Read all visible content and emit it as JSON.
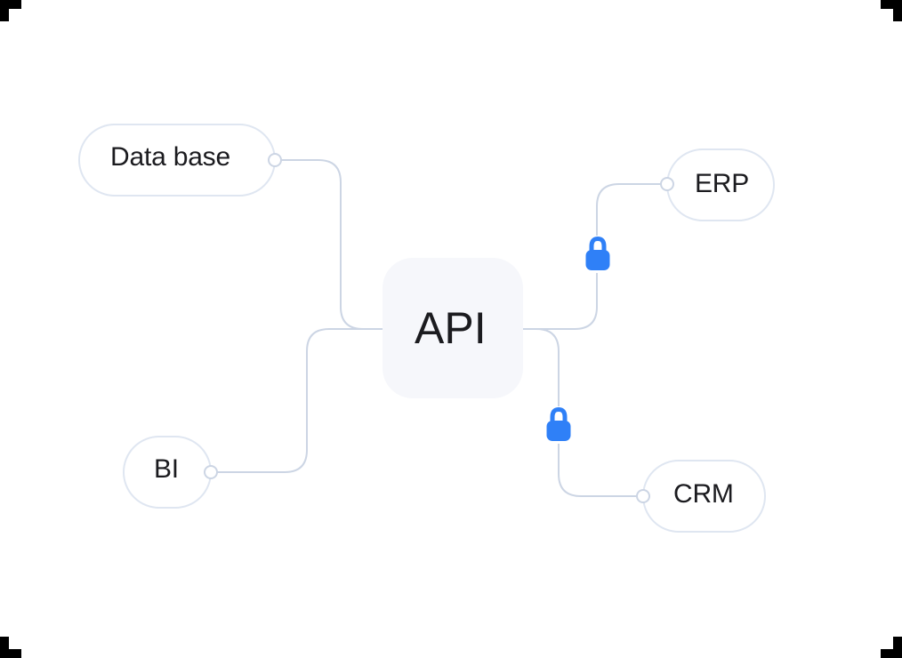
{
  "diagram": {
    "title": "API integration topology",
    "type": "node-link",
    "center_node": {
      "id": "api",
      "label": "API",
      "shape": "rounded-square",
      "fill": "#f6f7fb"
    },
    "nodes": [
      {
        "id": "database",
        "label": "Data base",
        "shape": "pill",
        "side": "left",
        "connector": "right"
      },
      {
        "id": "erp",
        "label": "ERP",
        "shape": "pill",
        "side": "right",
        "connector": "left"
      },
      {
        "id": "bi",
        "label": "BI",
        "shape": "pill",
        "side": "left",
        "connector": "right"
      },
      {
        "id": "crm",
        "label": "CRM",
        "shape": "pill",
        "side": "right",
        "connector": "left"
      }
    ],
    "edges": [
      {
        "id": "edge-database-api",
        "from": "database",
        "to": "api",
        "secured": false
      },
      {
        "id": "edge-bi-api",
        "from": "bi",
        "to": "api",
        "secured": false
      },
      {
        "id": "edge-api-erp",
        "from": "api",
        "to": "erp",
        "secured": true
      },
      {
        "id": "edge-api-crm",
        "from": "api",
        "to": "crm",
        "secured": true
      }
    ],
    "badges": [
      {
        "id": "lock-erp",
        "icon": "lock-icon",
        "on_edge": "edge-api-erp",
        "label": "Secured connection"
      },
      {
        "id": "lock-crm",
        "icon": "lock-icon",
        "on_edge": "edge-api-crm",
        "label": "Secured connection"
      }
    ],
    "colors": {
      "background": "#ffffff",
      "edge_stroke": "#ccd5e4",
      "node_stroke": "#dfe6f1",
      "node_fill": "#ffffff",
      "center_fill": "#f6f7fb",
      "text": "#1b1b1f",
      "lock_blue": "#2f80f7",
      "corner_mark": "#000000"
    }
  }
}
